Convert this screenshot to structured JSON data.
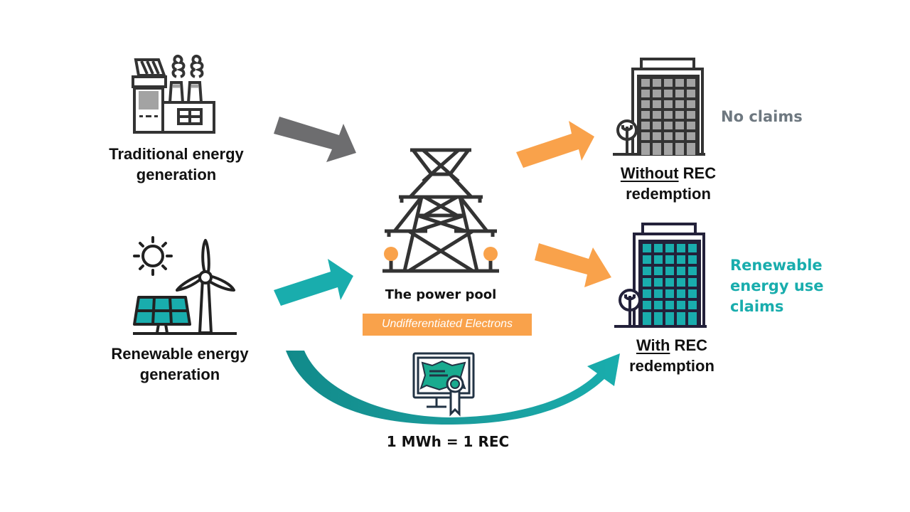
{
  "colors": {
    "dark_gray": "#333333",
    "window_gray": "#a0a0a0",
    "arrow_gray": "#6d6d6f",
    "teal": "#19adad",
    "orange": "#f9a24b",
    "navy": "#23213a",
    "no_claims_gray": "#6e7880"
  },
  "sources": {
    "traditional": {
      "label_line1": "Traditional energy",
      "label_line2": "generation",
      "icon": "factory-icon"
    },
    "renewable": {
      "label_line1": "Renewable energy",
      "label_line2": "generation",
      "icon": "solar-wind-icon"
    }
  },
  "pool": {
    "title": "The power pool",
    "subtitle": "Undifferentiated Electrons",
    "icon": "transmission-tower-icon"
  },
  "outcomes": {
    "without": {
      "emphasis": "Without",
      "rest": " REC",
      "line2": "redemption",
      "claim": "No claims",
      "icon": "office-building-icon"
    },
    "with": {
      "emphasis": "With",
      "rest": " REC",
      "line2": "redemption",
      "claim_line1": "Renewable",
      "claim_line2": "energy use",
      "claim_line3": "claims",
      "icon": "office-building-icon"
    }
  },
  "certificate": {
    "equation": "1 MWh = 1 REC",
    "icon": "certificate-monitor-icon"
  }
}
